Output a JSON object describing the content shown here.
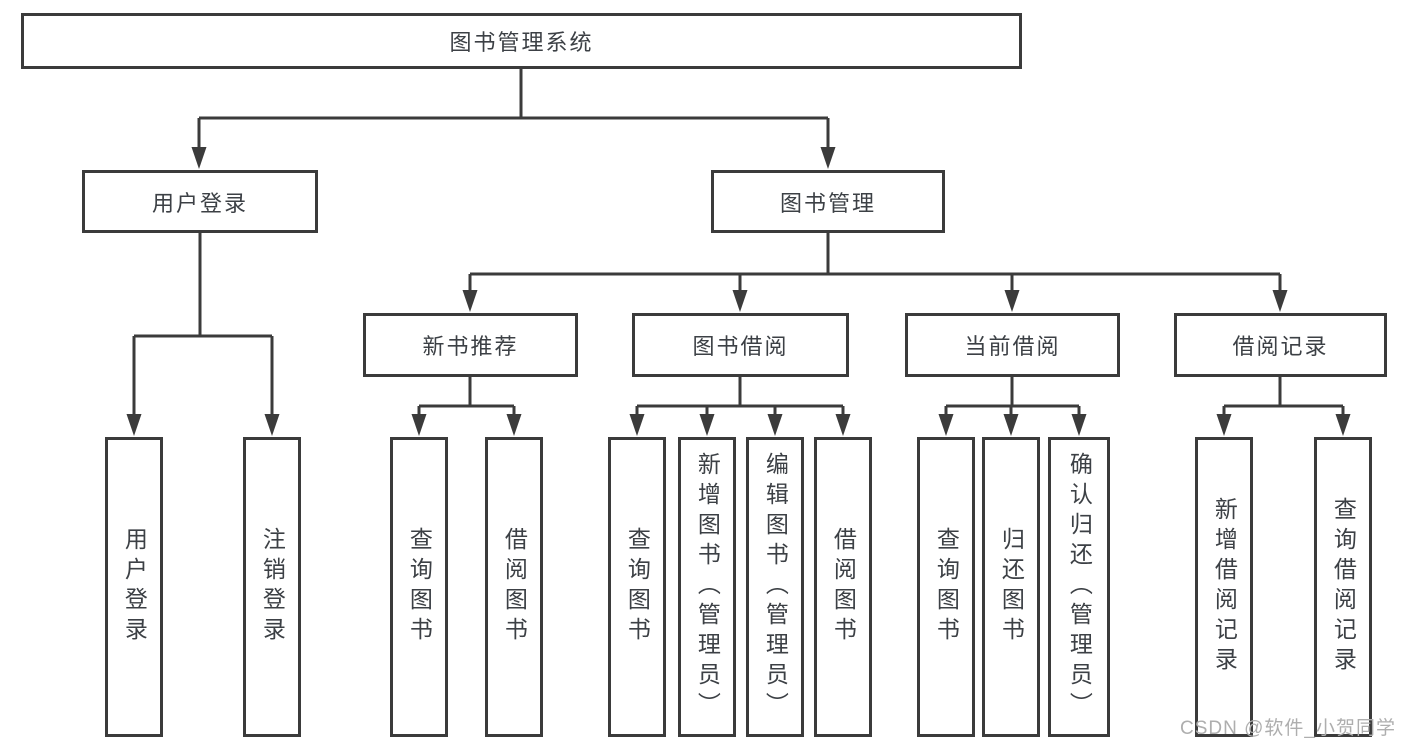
{
  "tree": {
    "root": "图书管理系统",
    "user_login": {
      "label": "用户登录",
      "children": [
        "用户登录",
        "注销登录"
      ]
    },
    "book_mgmt": {
      "label": "图书管理",
      "sections": [
        {
          "label": "新书推荐",
          "children": [
            "查询图书",
            "借阅图书"
          ]
        },
        {
          "label": "图书借阅",
          "children": [
            "查询图书",
            "新增图书（管理员）",
            "编辑图书（管理员）",
            "借阅图书"
          ]
        },
        {
          "label": "当前借阅",
          "children": [
            "查询图书",
            "归还图书",
            "确认归还（管理员）"
          ]
        },
        {
          "label": "借阅记录",
          "children": [
            "新增借阅记录",
            "查询借阅记录"
          ]
        }
      ]
    }
  },
  "watermark": "CSDN @软件_小贺同学",
  "colors": {
    "line": "#3b3b3b",
    "text": "#3c4045",
    "watermark": "#aeaeae",
    "background": "#ffffff"
  }
}
